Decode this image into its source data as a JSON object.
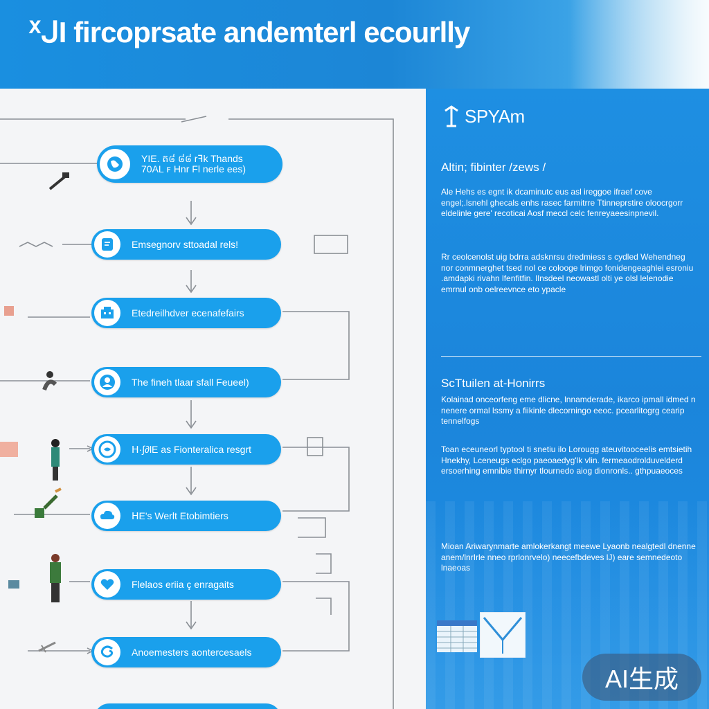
{
  "header": {
    "title": "ᕽᒍI fircoprsate andemterl ecourlly"
  },
  "flow": {
    "steps": [
      {
        "label": "YIE. ត៨ ៨៨ rꟻk Thands 70AL ꜰ Hnr  Fl nerle ees)"
      },
      {
        "label": "Emsegnorv sttoadal rels!"
      },
      {
        "label": "Etedreilhdver ecenafefairs"
      },
      {
        "label": "The fineh tlaar sfall Feueel)"
      },
      {
        "label": "ᕼ·∫∂lE as Fionteralica resgrt"
      },
      {
        "label": "ᕼE's Werlt Etobimtiers"
      },
      {
        "label": "Flelaos eriia ç enragaits"
      },
      {
        "label": "Anoemesters aontercesaels"
      }
    ]
  },
  "panel": {
    "logo_text": "SPYAm",
    "heading1": "Altin; fibinter /zews /",
    "para1": "Ale Hehs es egnt ik dcaminutc eus asl ireggoe ifraef cove engel;.lsnehl ghecals enhs rasec farmitrre Ttinneprstire oloocrgorr eldelinle gere' recoticai Aosf meccl celc fenreyaeesinpnevil.",
    "para2": "Rr ceolcenolst uig bdrra adsknrsu dredmiess s cydled Wehendneg nor conmnerghet tsed nol ce colooge lrimgo fonidengeaghlei esroniu .amdapki rivahn lfenfitfin. Ilnsdeel neowastl olti ye olsl lelenodie emrnul onb oelreevnce eto ypacle",
    "heading2": "ScTtuilen at-Honirrs",
    "para3": "Kolainad onceorfeng eme dlicne, lnnamderade, ikarco ipmall idmed n nenere ormal lssmy a fiikinle dlecorningo eeoc. pcearlitogrg cearip tennelfogs",
    "para4": "Toan eceuneorl typtool ti snetiu ilo Lorougg ateuvitooceelis emtsietih Hnekhy, Lceneugs eclgo paeoaedyg'lk vlin. fermeaodrolduvelderd ersoerhing emnibie thirnyr tlournedo aiog dionronls.. gthpuaeoces",
    "para5": "Mioan Ariwarynmarte amlokerkangt meewe Lyaonb nealgtedl dnenne anem/lnrIrle nneo rprlonrvelo) neecefbdeves lJ) eare semnedeoto lnaeoas"
  },
  "watermark": "AI生成",
  "colors": {
    "accent": "#1aa0ec",
    "panel": "#1e8fe2",
    "header": "#1a8fe0"
  }
}
